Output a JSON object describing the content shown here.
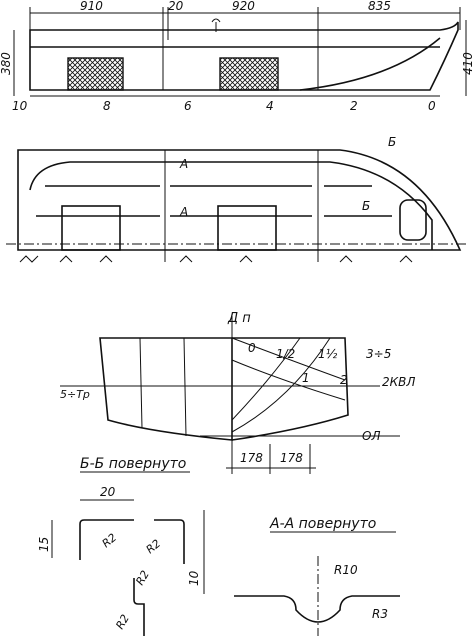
{
  "views": {
    "side_view": {
      "dims_top": [
        "910",
        "20",
        "920",
        "835"
      ],
      "height_left": "380",
      "height_right": "410",
      "stations": [
        "10",
        "8",
        "6",
        "4",
        "2",
        "0"
      ]
    },
    "plan_view": {
      "section_a_left": "A",
      "section_a_right": "A",
      "section_b_top": "Б",
      "section_b_bottom": "Б"
    },
    "body_plan": {
      "label_dp": "Д п",
      "label_0": "0",
      "label_half": "1/2",
      "label_1half": "1½",
      "label_1": "1",
      "label_2": "2",
      "label_3to5": "3÷5",
      "label_5toTr": "5÷Тр",
      "label_kvl": "2КВЛ",
      "label_ol": "ОЛ",
      "dim_178_left": "178",
      "dim_178_right": "178",
      "section_title": "Б-Б повернуто"
    },
    "details": {
      "dim_20": "20",
      "dim_15": "15",
      "dim_10": "10",
      "r2_1": "R2",
      "r2_2": "R2",
      "r2_3": "R2",
      "r2_4": "R2",
      "section_title": "А-А повернуто",
      "r10": "R10",
      "r3": "R3"
    }
  }
}
